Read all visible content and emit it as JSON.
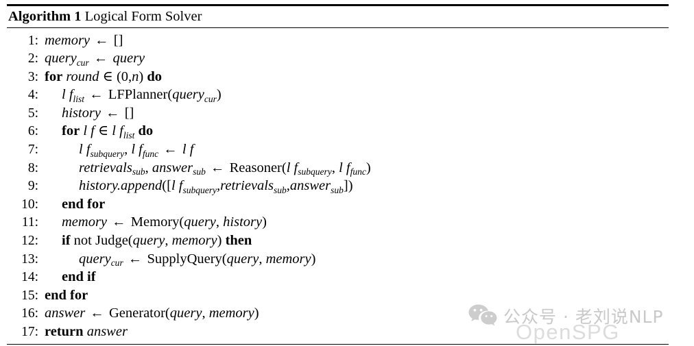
{
  "document": {
    "type": "algorithm-pseudocode",
    "title_keyword": "Algorithm 1",
    "title_text": "Logical Form Solver",
    "title_full": "Algorithm 1 Logical Form Solver",
    "rule_color": "#000000",
    "text_color": "#000000"
  },
  "lines": [
    {
      "n": "1:",
      "indent": 0,
      "text": "memory ← []"
    },
    {
      "n": "2:",
      "indent": 0,
      "text": "query_cur ← query"
    },
    {
      "n": "3:",
      "indent": 0,
      "text": "for round ∈ (0, n) do"
    },
    {
      "n": "4:",
      "indent": 1,
      "text": "lf_list ← LFPlanner(query_cur)"
    },
    {
      "n": "5:",
      "indent": 1,
      "text": "history ← []"
    },
    {
      "n": "6:",
      "indent": 1,
      "text": "for lf ∈ lf_list do"
    },
    {
      "n": "7:",
      "indent": 2,
      "text": "lf_subquery, lf_func ← lf"
    },
    {
      "n": "8:",
      "indent": 2,
      "text": "retrievals_sub, answer_sub ← Reasoner(lf_subquery, lf_func)"
    },
    {
      "n": "9:",
      "indent": 2,
      "text": "history.append([lf_subquery, retrievals_sub, answer_sub])"
    },
    {
      "n": "10:",
      "indent": 1,
      "text": "end for"
    },
    {
      "n": "11:",
      "indent": 1,
      "text": "memory ← Memory(query, history)"
    },
    {
      "n": "12:",
      "indent": 1,
      "text": "if not Judge(query, memory) then"
    },
    {
      "n": "13:",
      "indent": 2,
      "text": "query_cur ← SupplyQuery(query, memory)"
    },
    {
      "n": "14:",
      "indent": 1,
      "text": "end if"
    },
    {
      "n": "15:",
      "indent": 0,
      "text": "end for"
    },
    {
      "n": "16:",
      "indent": 0,
      "text": "answer ← Generator(query, memory)"
    },
    {
      "n": "17:",
      "indent": 0,
      "text": "return answer"
    }
  ],
  "symbols": {
    "assign_arrow": "←",
    "element_of": "∈"
  },
  "keywords": [
    "for",
    "do",
    "end for",
    "if",
    "then",
    "end if",
    "return",
    "not"
  ],
  "watermark": {
    "icon": "wechat-icon",
    "text": "公众号 · 老刘说NLP",
    "text_color": "#c9c9c9",
    "secondary_text": "OpenSPG",
    "secondary_color": "#dcdcdc"
  }
}
